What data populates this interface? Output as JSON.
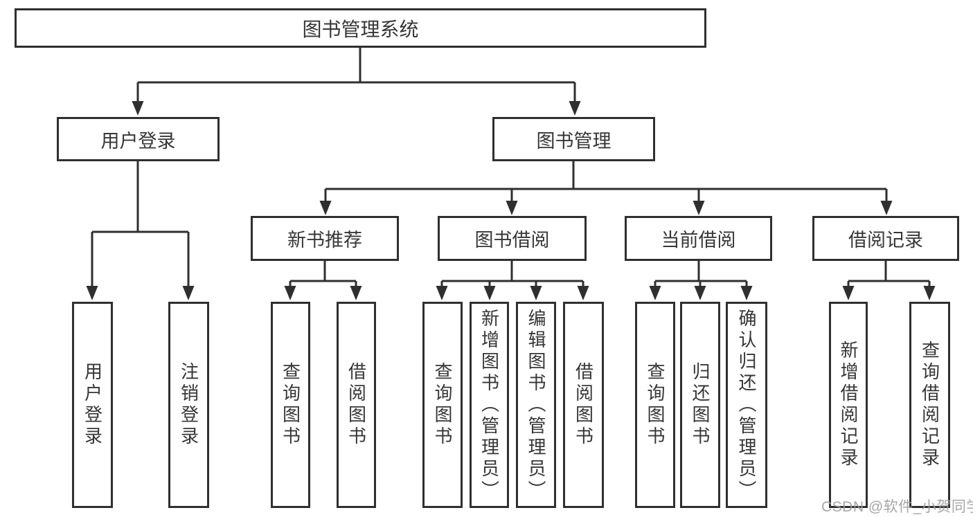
{
  "diagram": {
    "type": "functional-structure-tree",
    "tree": {
      "root": {
        "label": "图书管理系统",
        "children": [
          {
            "label": "用户登录",
            "children": [
              {
                "label": "用户登录"
              },
              {
                "label": "注销登录"
              }
            ]
          },
          {
            "label": "图书管理",
            "children": [
              {
                "label": "新书推荐",
                "children": [
                  {
                    "label": "查询图书"
                  },
                  {
                    "label": "借阅图书"
                  }
                ]
              },
              {
                "label": "图书借阅",
                "children": [
                  {
                    "label": "查询图书"
                  },
                  {
                    "label": "新增图书（管理员）"
                  },
                  {
                    "label": "编辑图书（管理员）"
                  },
                  {
                    "label": "借阅图书"
                  }
                ]
              },
              {
                "label": "当前借阅",
                "children": [
                  {
                    "label": "查询图书"
                  },
                  {
                    "label": "归还图书"
                  },
                  {
                    "label": "确认归还（管理员）"
                  }
                ]
              },
              {
                "label": "借阅记录",
                "children": [
                  {
                    "label": "新增借阅记录"
                  },
                  {
                    "label": "查询借阅记录"
                  }
                ]
              }
            ]
          }
        ]
      }
    },
    "colors": {
      "line": "#2f2f2f",
      "box_border": "#2f2f2f",
      "text": "#363636",
      "background": "#ffffff",
      "watermark": "#9e9e9e"
    }
  },
  "watermark": {
    "text": "CSDN @软件_小贺同学"
  }
}
